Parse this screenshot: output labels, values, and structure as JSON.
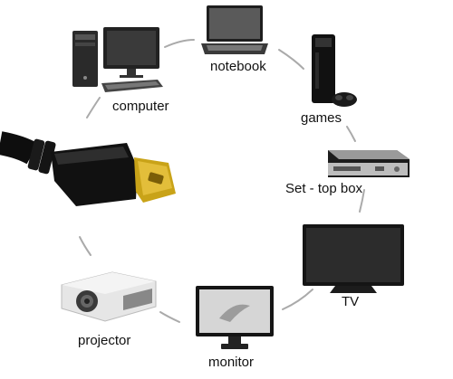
{
  "diagram": {
    "devices": [
      {
        "id": "computer",
        "label": "computer",
        "icon": "desktop-computer-icon"
      },
      {
        "id": "notebook",
        "label": "notebook",
        "icon": "laptop-icon"
      },
      {
        "id": "games",
        "label": "games",
        "icon": "game-console-icon"
      },
      {
        "id": "settop",
        "label": "Set - top box",
        "icon": "set-top-box-icon"
      },
      {
        "id": "tv",
        "label": "TV",
        "icon": "tv-icon"
      },
      {
        "id": "monitor",
        "label": "monitor",
        "icon": "monitor-icon"
      },
      {
        "id": "projector",
        "label": "projector",
        "icon": "projector-icon"
      }
    ],
    "center": {
      "icon": "hdmi-cable-icon"
    }
  }
}
